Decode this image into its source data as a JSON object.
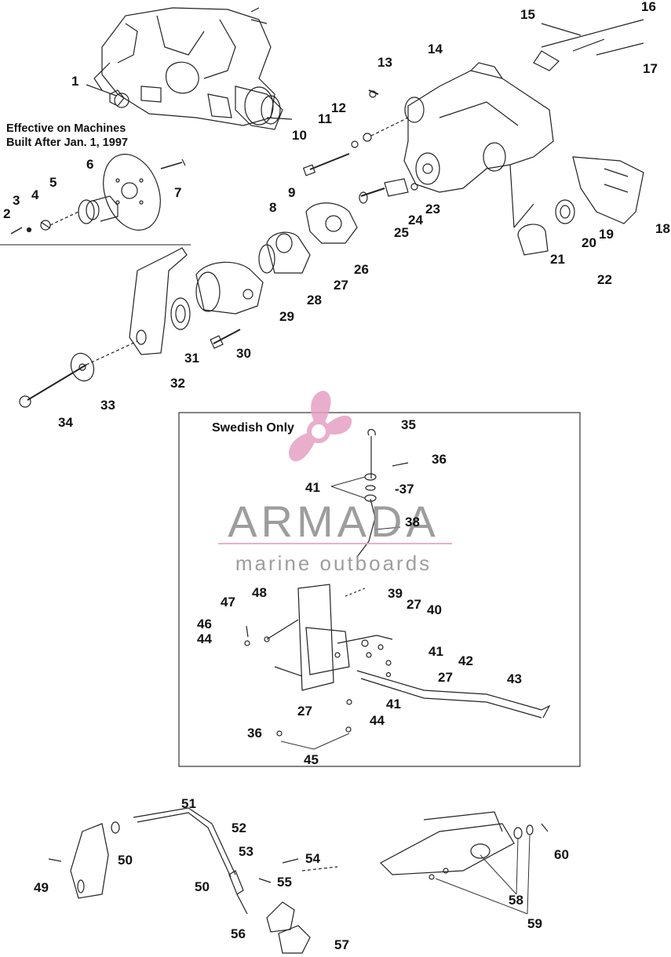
{
  "note": {
    "line1": "Effective on Machines",
    "line2": "Built After Jan. 1, 1997"
  },
  "inset": {
    "title": "Swedish Only"
  },
  "watermark": {
    "brand": "ARMADA",
    "tagline": "marine outboards",
    "logo_color": "#e6a0c4",
    "text_color": "#8c8c8c"
  },
  "callouts": {
    "c1": "1",
    "c2": "2",
    "c3": "3",
    "c4": "4",
    "c5": "5",
    "c6": "6",
    "c7": "7",
    "c8": "8",
    "c9": "9",
    "c10": "10",
    "c11": "11",
    "c12": "12",
    "c13": "13",
    "c14": "14",
    "c15": "15",
    "c16": "16",
    "c17": "17",
    "c18": "18",
    "c19": "19",
    "c20": "20",
    "c21": "21",
    "c22": "22",
    "c23": "23",
    "c24": "24",
    "c25": "25",
    "c26": "26",
    "c27a": "27",
    "c28": "28",
    "c29": "29",
    "c30": "30",
    "c31": "31",
    "c32": "32",
    "c33": "33",
    "c34": "34",
    "c35": "35",
    "c36a": "36",
    "c37": "-37",
    "c38": "38",
    "c39": "39",
    "c27b": "27",
    "c40": "40",
    "c41a": "41",
    "c41b": "41",
    "c42": "42",
    "c27c": "27",
    "c43": "43",
    "c41c": "41",
    "c44a": "44",
    "c27d": "27",
    "c36b": "36",
    "c45": "45",
    "c46": "46",
    "c44b": "44",
    "c47": "47",
    "c48": "48",
    "c49": "49",
    "c50a": "50",
    "c51": "51",
    "c52": "52",
    "c53": "53",
    "c54": "54",
    "c55": "55",
    "c50b": "50",
    "c56": "56",
    "c57": "57",
    "c58": "58",
    "c59": "59",
    "c60": "60"
  }
}
